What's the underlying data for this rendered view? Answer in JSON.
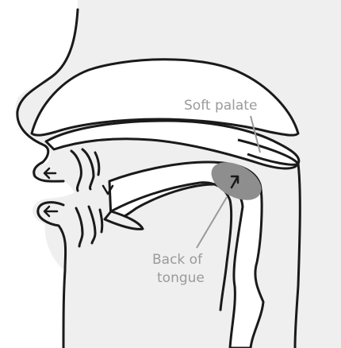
{
  "labels": {
    "soft_palate": "Soft palate",
    "back_of_tongue_line1": "Back of",
    "back_of_tongue_line2": "tongue"
  },
  "colors": {
    "background": "#ffffff",
    "tract_fill": "#efefef",
    "outline": "#1a1a1a",
    "tongue_back_highlight": "#8e8e8e",
    "leader_line": "#9a9a9a",
    "label_text": "#9a9a9a"
  },
  "icons": [
    "arrow-left-icon",
    "arrow-left-icon",
    "arrow-down-icon",
    "arrow-up-right-icon"
  ]
}
